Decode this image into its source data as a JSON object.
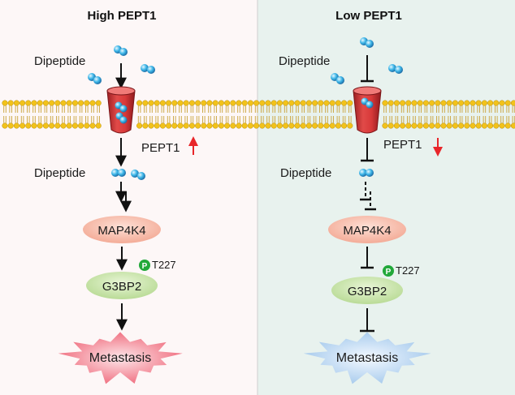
{
  "panels": {
    "high": {
      "title": "High PEPT1",
      "dipeptide_top": "Dipeptide",
      "dipeptide_inner": "Dipeptide",
      "pept1_label": "PEPT1",
      "map4k4": "MAP4K4",
      "g3bp2": "G3BP2",
      "phospho_site": "T227",
      "phospho_badge": "P",
      "outcome": "Metastasis",
      "trend": "up"
    },
    "low": {
      "title": "Low PEPT1",
      "dipeptide_top": "Dipeptide",
      "dipeptide_inner": "Dipeptide",
      "pept1_label": "PEPT1",
      "map4k4": "MAP4K4",
      "g3bp2": "G3BP2",
      "phospho_site": "T227",
      "phospho_badge": "P",
      "outcome": "Metastasis",
      "trend": "down"
    }
  },
  "colors": {
    "left_bg": "#fdf7f7",
    "right_bg": "#e8f2ee",
    "divider": "#cfcfcf",
    "membrane_head": "#f2c21a",
    "membrane_tail": "#c9a23a",
    "channel_red": "#d8393a",
    "channel_dark": "#9c1f22",
    "dipeptide_blue": "#3cb6e8",
    "map4k4_fill": "#f7b7a6",
    "g3bp2_fill": "#c8e3a8",
    "phospho_green": "#22a83a",
    "trend_arrow": "#e8262a",
    "burst_red": "#f06a78",
    "burst_blue": "#a9cdec"
  }
}
